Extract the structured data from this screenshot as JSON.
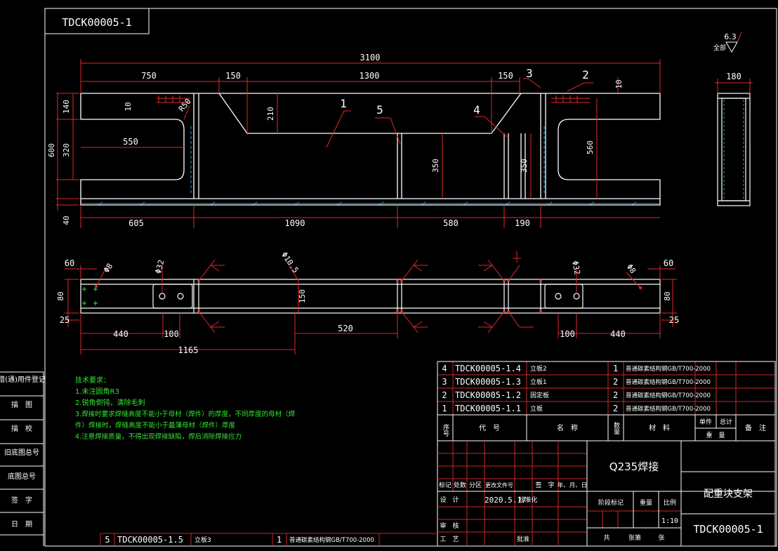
{
  "colors": {
    "background": "#000000",
    "outline": "#ffffff",
    "dimension": "#e02a2a",
    "hatch": "#23a8c8",
    "notes": "#32e632",
    "gridline": "#c82828"
  },
  "drawing_code_box": "TDCK00005-1",
  "weld_symbol": {
    "value": "6.3",
    "label": "全部"
  },
  "front_view": {
    "dims": {
      "overall": "3100",
      "left_750": "750",
      "left_150": "150",
      "mid_1300": "1300",
      "right_150": "150",
      "top_10_right": "10",
      "h_140": "140",
      "h_10": "10",
      "r_label": "R50",
      "h_210": "210",
      "h_600": "600",
      "h_320": "320",
      "w_550": "550",
      "h_350a": "350",
      "h_350b": "350",
      "h_560": "560",
      "h_40": "40",
      "b_605": "605",
      "b_1090": "1090",
      "b_580": "580",
      "b_190": "190"
    },
    "balloons": {
      "b1": "1",
      "b2": "2",
      "b3": "3",
      "b4": "4",
      "b5": "5"
    }
  },
  "side_view": {
    "width_dim": "180"
  },
  "plan_view": {
    "dims": {
      "d60_left": "60",
      "phi8_left": "Φ8",
      "phi32_left": "Φ32",
      "phi10_5": "Φ10.5",
      "d80_left": "80",
      "d25_left": "25",
      "d150": "150",
      "d440_left": "440",
      "d100_left": "100",
      "d1165": "1165",
      "d520": "520",
      "phi32_right": "Φ32",
      "phi8_right": "Φ8",
      "d60_right": "60",
      "d80_right": "80",
      "d25_right": "25",
      "d100_right": "100",
      "d440_right": "440"
    }
  },
  "left_strip": [
    "借(通)用件登记",
    "描　图",
    "描　校",
    "旧底图总号",
    "底图总号",
    "签　字",
    "日　期"
  ],
  "tech_notes": {
    "heading": "技术要求：",
    "lines": [
      "1.未注圆角R3",
      "2.锐角倒钝，清除毛刺",
      "3.焊接时要求焊缝高度不能小于母材（焊件）的厚度，不同厚度的母材（焊",
      "件）焊接时，焊缝高度不能小于最薄母材（焊件）厚度",
      "4.注意焊接质量，不得出现焊接缺陷，焊后消除焊接应力"
    ]
  },
  "bom": {
    "rows": [
      {
        "no": "4",
        "code": "TDCK00005-1.4",
        "name": "立板2",
        "qty": "1",
        "material": "普通碳素结构钢GB/T700-2000"
      },
      {
        "no": "3",
        "code": "TDCK00005-1.3",
        "name": "立板1",
        "qty": "2",
        "material": "普通碳素结构钢GB/T700-2000"
      },
      {
        "no": "2",
        "code": "TDCK00005-1.2",
        "name": "固定板",
        "qty": "2",
        "material": "普通碳素结构钢GB/T700-2000"
      },
      {
        "no": "1",
        "code": "TDCK00005-1.1",
        "name": "立板",
        "qty": "2",
        "material": "普通碳素结构钢GB/T700-2000"
      }
    ],
    "header": {
      "no": "序号",
      "code": "代　号",
      "name": "名　称",
      "qty": "数量",
      "material": "材　料",
      "unit": "单件",
      "total": "总计",
      "weight": "重　量",
      "remark": "备　注"
    },
    "bottom_row": {
      "no": "5",
      "code": "TDCK00005-1.5",
      "name": "立板3",
      "qty": "1",
      "material": "普通碳素结构钢GB/T700-2000"
    }
  },
  "title_block": {
    "material": "Q235焊接",
    "part_name": "配重块支架",
    "drawing_no": "TDCK00005-1",
    "rev_labels": [
      "标记",
      "处数",
      "分区",
      "更改文件号",
      "签　字",
      "年、月、日"
    ],
    "design_label": "设　计",
    "design_date": "2020.5.17",
    "standardize": "标准化",
    "stage": "阶段标记",
    "weight": "重量",
    "scale": "比例",
    "scale_value": "1:10",
    "review": "审　核",
    "process": "工　艺",
    "approve": "批准",
    "sheets_total": "共",
    "sheets_of": "张第",
    "sheets_this": "张"
  }
}
